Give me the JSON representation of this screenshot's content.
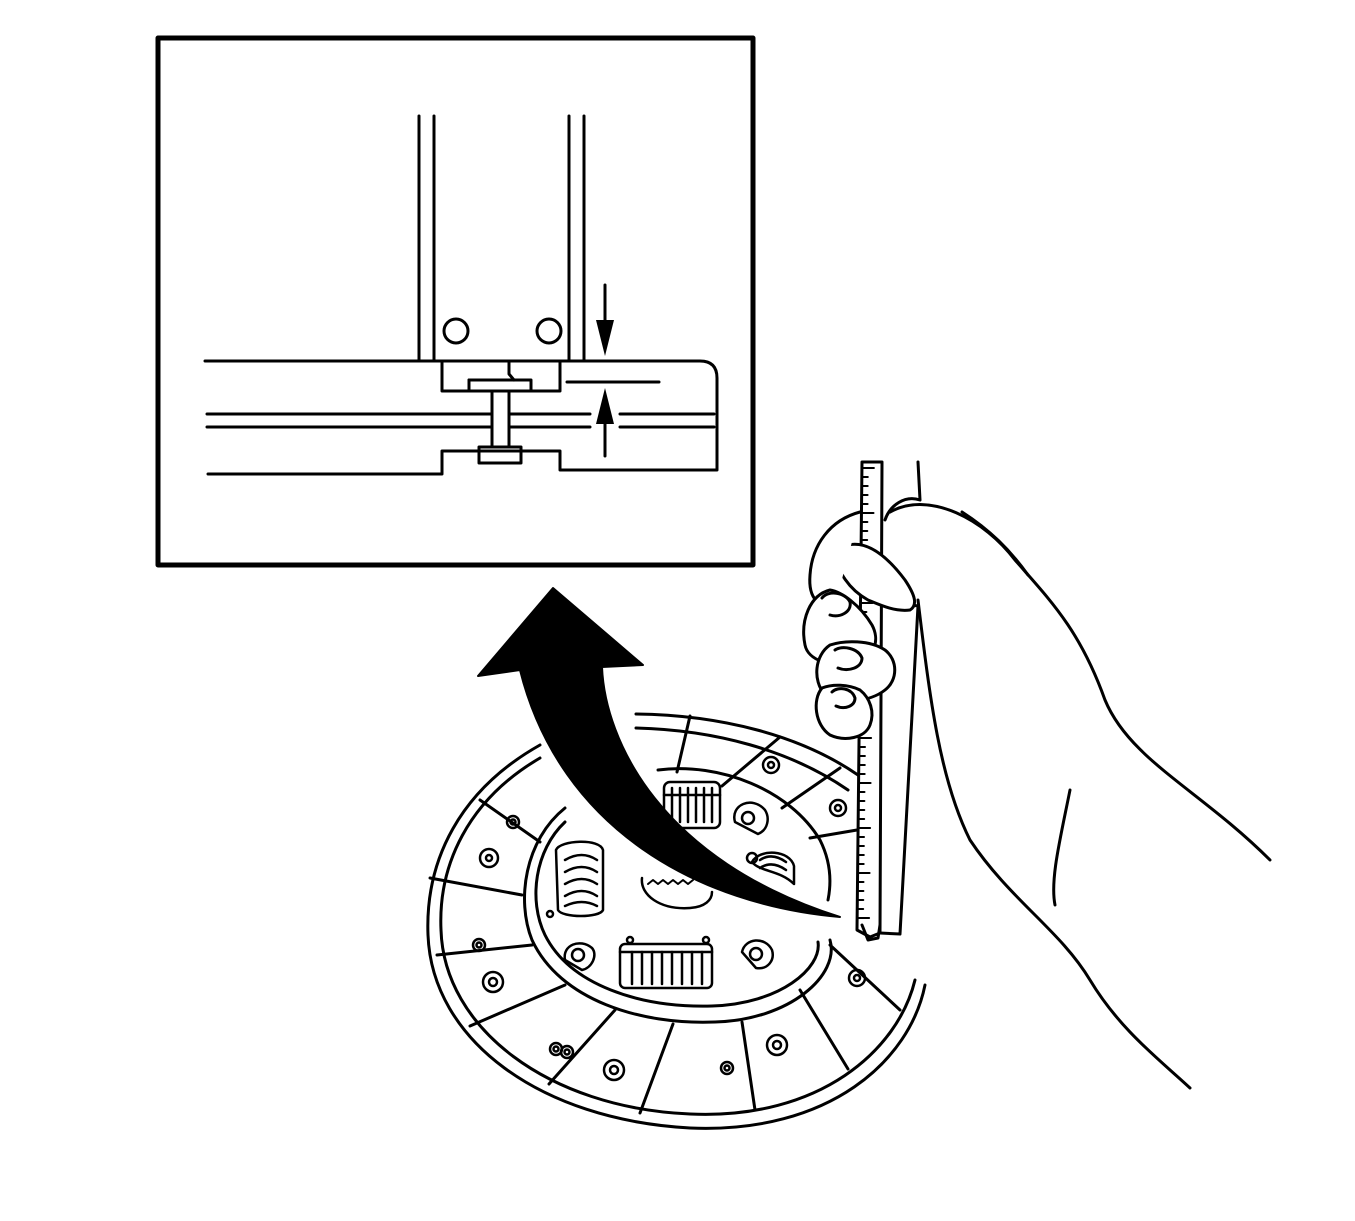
{
  "figure": {
    "ink_color": "#000000",
    "paper_color": "#ffffff",
    "parts": [
      "detail-inset",
      "magnify-arrow",
      "clutch-disc",
      "hand",
      "depth-gauge"
    ]
  }
}
